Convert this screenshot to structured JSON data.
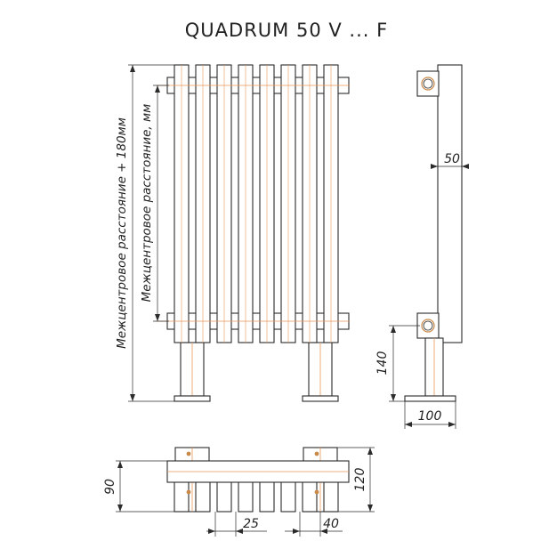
{
  "title": "QUADRUM 50 V ... F",
  "labels": {
    "outer_height": "Межцентровое расстояние + 180мм",
    "center_distance": "Межцентровое расстояние, мм",
    "depth": "50",
    "foot_height": "140",
    "foot_width": "100",
    "top_depth": "90",
    "top_total": "120",
    "tube_pitch": "25",
    "foot_offset": "40"
  },
  "colors": {
    "line": "#2b2b2b",
    "axis": "#e8965a",
    "connector": "#c98a4a"
  }
}
